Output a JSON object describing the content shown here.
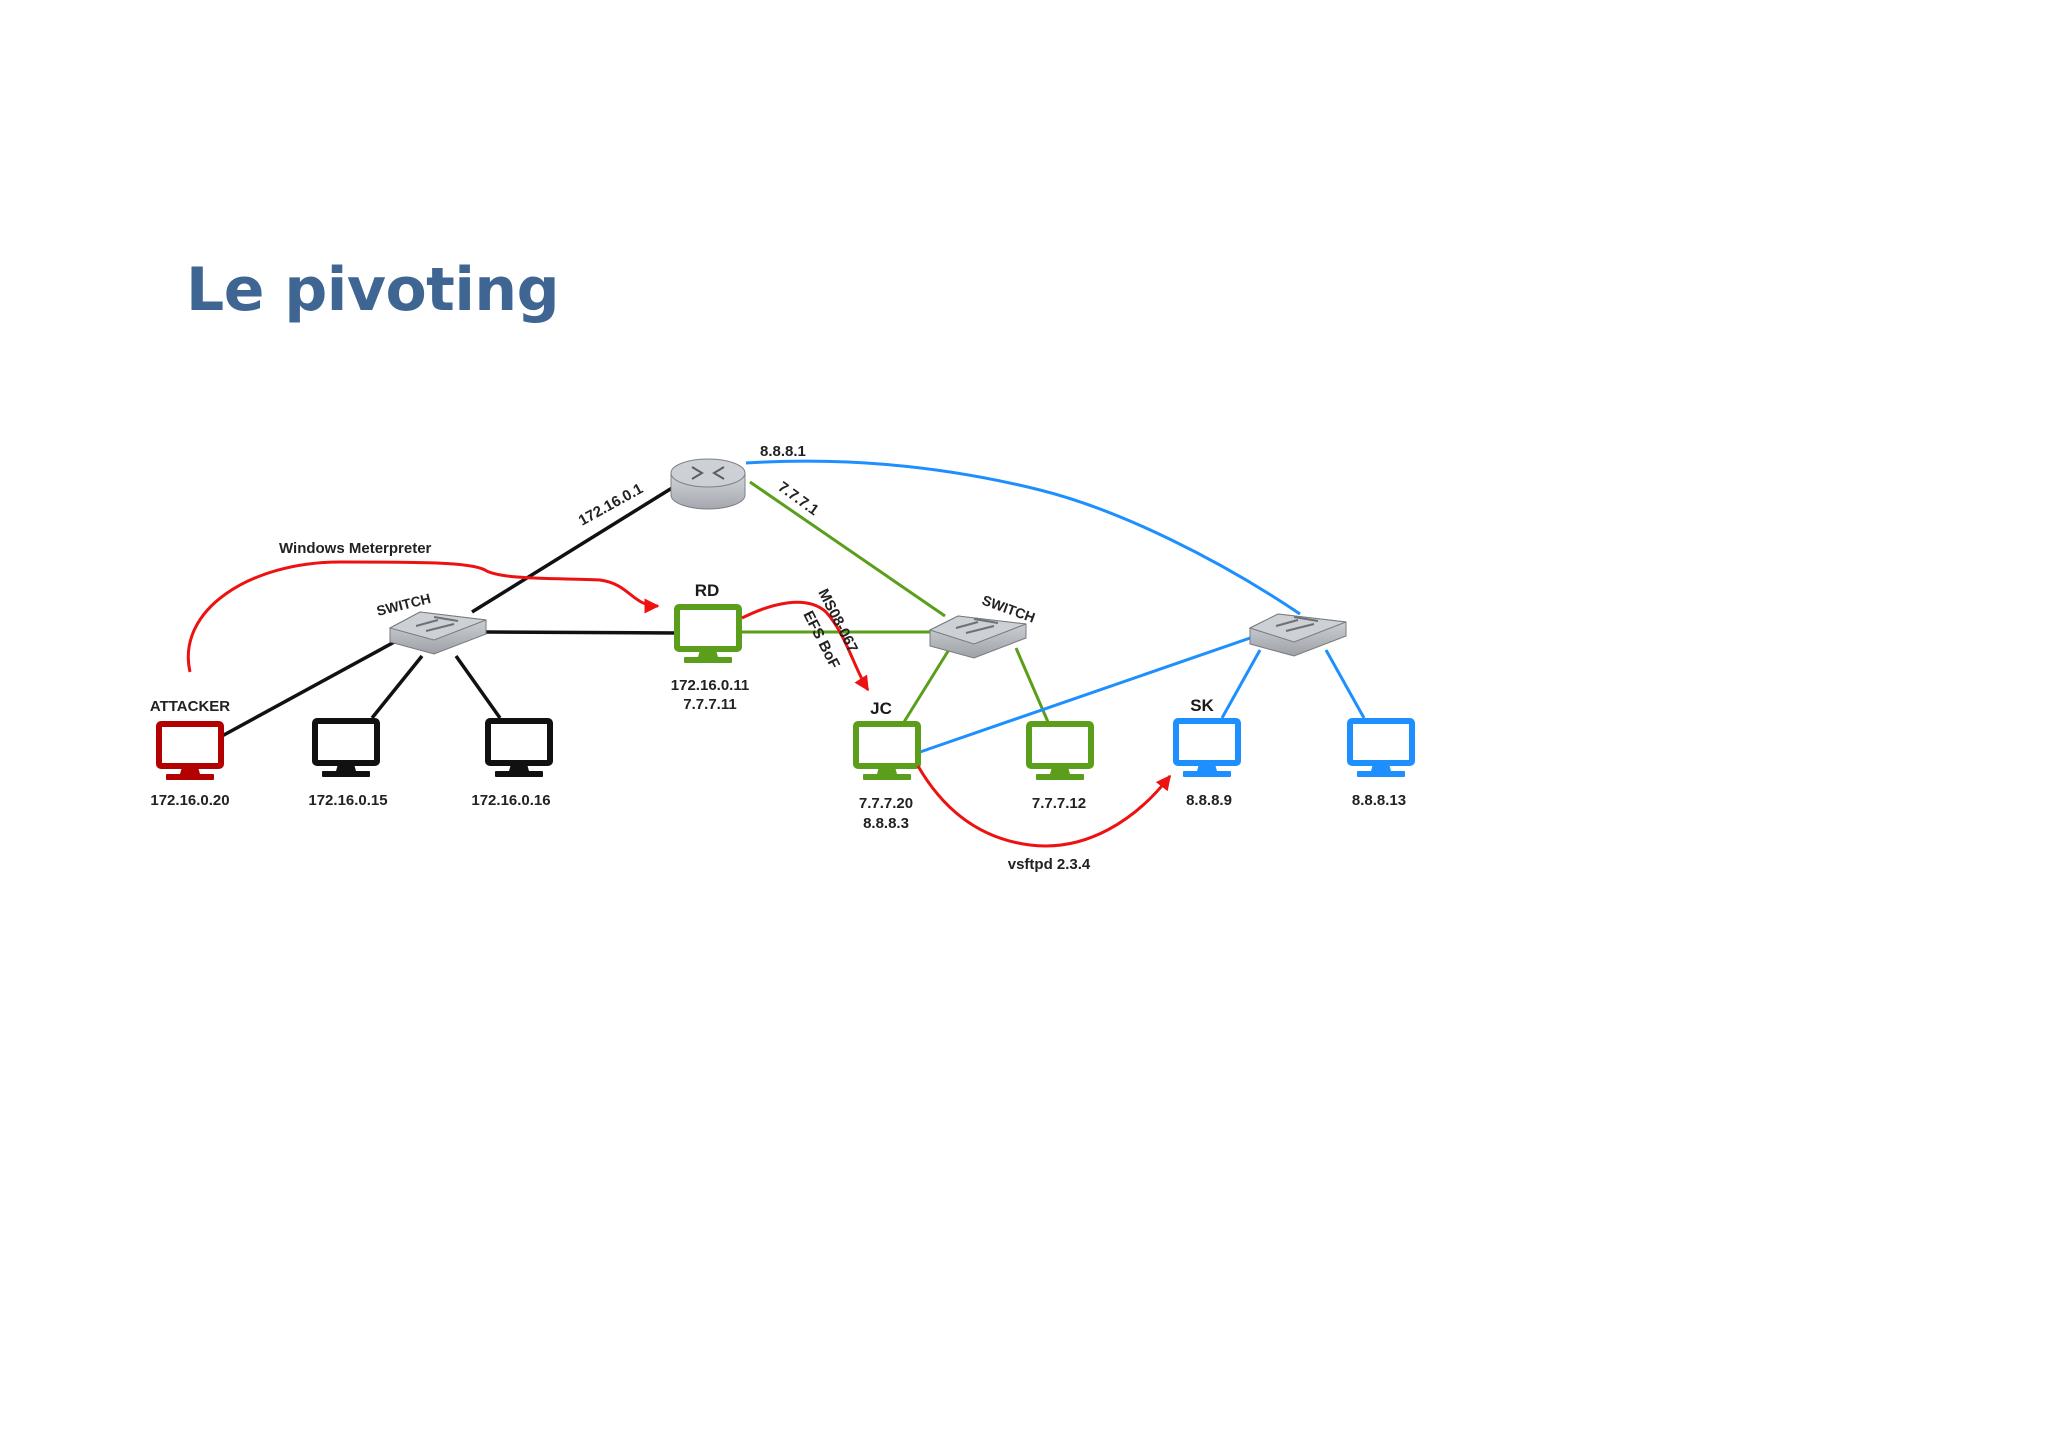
{
  "title": "Le pivoting",
  "colors": {
    "title": "#3f6592",
    "attacker": "#b30000",
    "internal_net": "#111111",
    "dmz_net": "#5a9e1b",
    "target_net": "#1e8fff",
    "attack_path": "#ee1111",
    "switch_body": "#b3b6bb",
    "router_body": "#b8bbc1"
  },
  "router": {
    "icon": "router-icon",
    "ips": {
      "internal": "172.16.0.1",
      "dmz": "7.7.7.1",
      "external": "8.8.8.1"
    }
  },
  "switches": [
    {
      "label": "SWITCH",
      "icon": "switch-icon"
    },
    {
      "label": "SWITCH",
      "icon": "switch-icon"
    },
    {
      "label": "",
      "icon": "switch-icon"
    }
  ],
  "hosts": {
    "attacker": {
      "name": "ATTACKER",
      "ip": "172.16.0.20",
      "icon": "monitor-icon"
    },
    "host_15": {
      "ip": "172.16.0.15",
      "icon": "monitor-icon"
    },
    "host_16": {
      "ip": "172.16.0.16",
      "icon": "monitor-icon"
    },
    "rd": {
      "name": "RD",
      "ips": [
        "172.16.0.11",
        "7.7.7.11"
      ],
      "icon": "monitor-icon"
    },
    "jc": {
      "name": "JC",
      "ips": [
        "7.7.7.20",
        "8.8.8.3"
      ],
      "icon": "monitor-icon"
    },
    "host_12": {
      "ip": "7.7.7.12",
      "icon": "monitor-icon"
    },
    "sk": {
      "name": "SK",
      "ip": "8.8.8.9",
      "icon": "monitor-icon"
    },
    "host_13": {
      "ip": "8.8.8.13",
      "icon": "monitor-icon"
    }
  },
  "attacks": {
    "meterpreter": "Windows Meterpreter",
    "ms08": "MS08-067",
    "efs": "EFS BoF",
    "vsftpd": "vsftpd 2.3.4"
  }
}
